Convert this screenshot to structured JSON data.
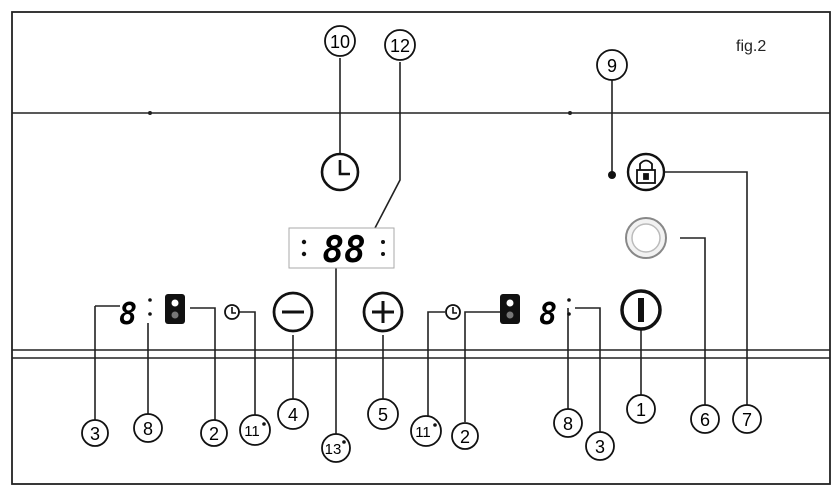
{
  "figure": {
    "label": "fig.2"
  },
  "display": {
    "digits": "88"
  },
  "zones": {
    "left": {
      "digit": "8"
    },
    "right": {
      "digit": "8"
    }
  },
  "callouts": {
    "c1": "1",
    "c2a": "2",
    "c2b": "2",
    "c3a": "3",
    "c3b": "3",
    "c4": "4",
    "c5": "5",
    "c6": "6",
    "c7": "7",
    "c8a": "8",
    "c8b": "8",
    "c9": "9",
    "c10": "10",
    "c11a": "11",
    "c11b": "11",
    "c12": "12",
    "c13": "13"
  },
  "icons": {
    "timer": "clock-icon",
    "lock": "padlock-icon",
    "minus": "minus-icon",
    "plus": "plus-icon",
    "power": "power-icon",
    "booster": "ring-icon"
  }
}
